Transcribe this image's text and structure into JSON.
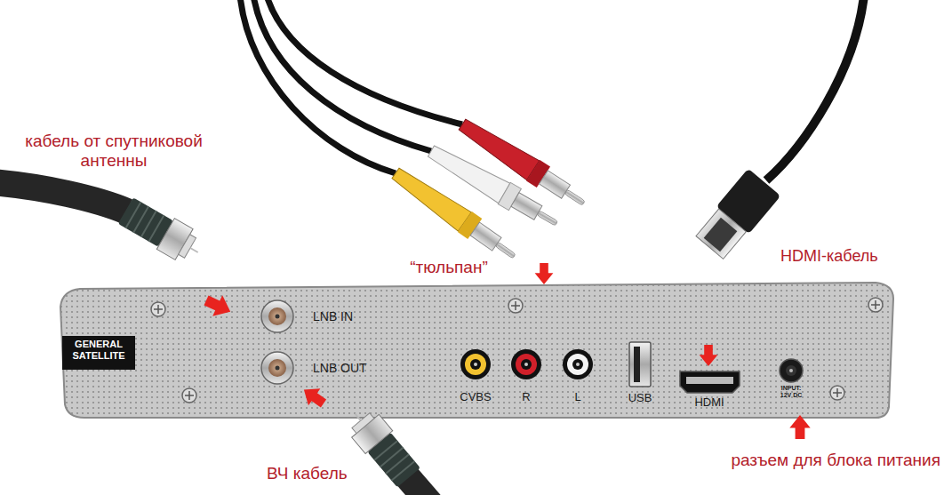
{
  "diagram": {
    "labels": [
      "кабель от спутниковой антенны",
      "HDMI-кабель",
      "“тюльпан”",
      "LNB IN",
      "GENERAL SATELLITE",
      "LNB OUT",
      "CVBS",
      "R",
      "L",
      "USB",
      "HDMI",
      "INPUT: 12V DC",
      "ВЧ кабель",
      "разъем для блока питания"
    ]
  }
}
